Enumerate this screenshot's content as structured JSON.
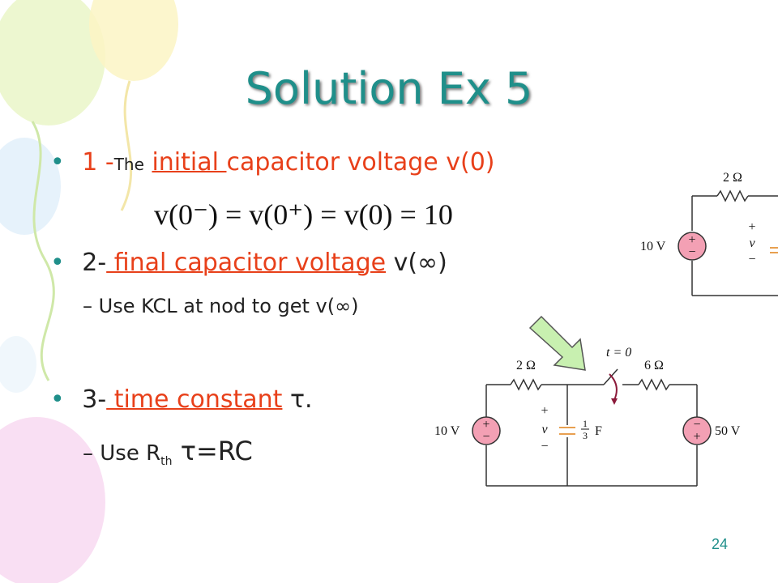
{
  "title": "Solution Ex 5",
  "bullets": {
    "b1": {
      "num": "1 -",
      "small": "The",
      "space": " ",
      "link": "initial ",
      "rest": "capacitor voltage",
      "tail": " v(0)"
    },
    "eq1": "v(0⁻) = v(0⁺) = v(0) = 10",
    "b2": {
      "prefix": "2-",
      "link": " final capacitor voltage",
      "tail": " v(∞)"
    },
    "sub2": "Use KCL at nod to get v(∞)",
    "b3": {
      "prefix": "3-",
      "link": " time constant",
      "tail": " τ."
    },
    "sub3": {
      "use": "Use R",
      "sub": "th",
      "formula": " τ=RC"
    }
  },
  "dash": "–",
  "bullet_symbol": "•",
  "circuit_small": {
    "resistor": "2 Ω",
    "source": "10 V",
    "plus": "+",
    "minus": "−",
    "v": "v"
  },
  "circuit_main": {
    "switch": "t = 0",
    "r1": "2 Ω",
    "r2": "6 Ω",
    "source_left": "10 V",
    "source_right": "50 V",
    "cap_num": "1",
    "cap_den": "3",
    "cap_unit": "F",
    "plus": "+",
    "minus": "−",
    "v": "v"
  },
  "page_number": "24",
  "colors": {
    "title": "#1f8f8a",
    "highlight": "#e8401a",
    "source_fill": "#f3a0b4",
    "arrow_fill": "#c8f0b0"
  }
}
